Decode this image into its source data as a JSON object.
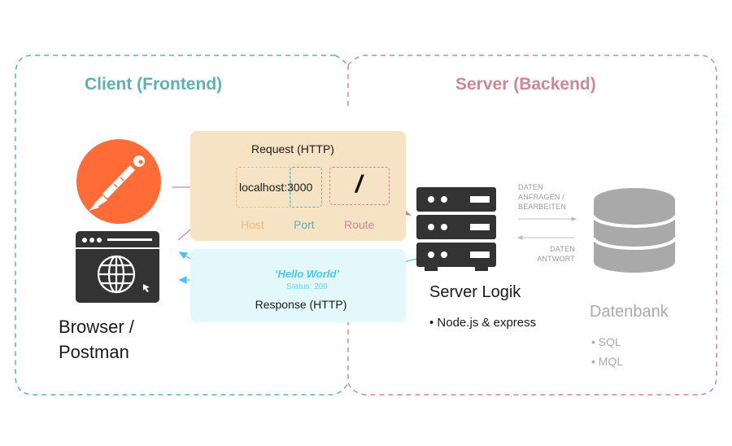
{
  "sections": {
    "client": {
      "title": "Client (Frontend)",
      "color": "#5fb0b5"
    },
    "server": {
      "title": "Server (Backend)",
      "color": "#c98a97"
    }
  },
  "client": {
    "icons": [
      "postman-logo-icon",
      "browser-window-globe-icon"
    ],
    "label_line1": "Browser /",
    "label_line2": "Postman"
  },
  "request": {
    "title": "Request (HTTP)",
    "url": "localhost:3000",
    "route_value": "/",
    "parts": [
      {
        "label": "Host",
        "color": "#f5b87c"
      },
      {
        "label": "Port",
        "color": "#5fb0b5"
      },
      {
        "label": "Route",
        "color": "#c98a97"
      }
    ],
    "background": "#f5e3c4"
  },
  "response": {
    "body": "‘Hello World’",
    "status": "Status: 200",
    "title": "Response (HTTP)",
    "background": "#e2f8fb"
  },
  "server": {
    "icon": "server-rack-icon",
    "label": "Server Logik",
    "bullets": [
      "• Node.js & express"
    ]
  },
  "flows": {
    "to_db": [
      "DATEN",
      "ANFRAGEN /",
      "BEARBEITEN"
    ],
    "from_db": [
      "DATEN",
      "ANTWORT"
    ]
  },
  "database": {
    "icon": "database-icon",
    "label": "Datenbank",
    "bullets": [
      "• SQL",
      "• MQL"
    ]
  }
}
